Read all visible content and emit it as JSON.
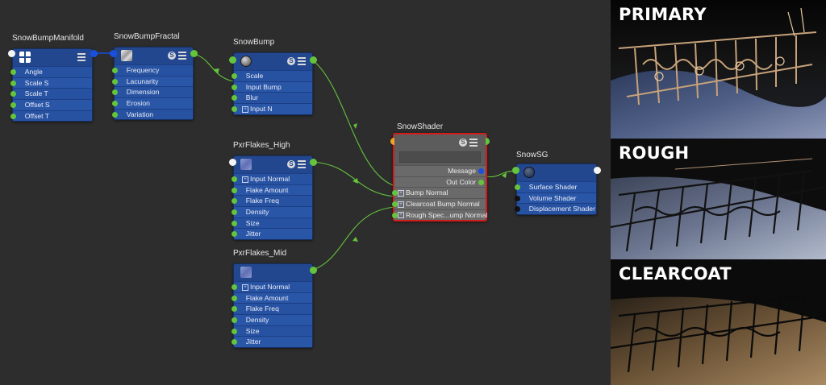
{
  "colors": {
    "background": "#2d2d2d",
    "node": "#23478f",
    "connection": "#64c43c",
    "selected_border": "#d11c1c",
    "selected_node": "#5c5c5c"
  },
  "nodes": {
    "manifold": {
      "title": "SnowBumpManifold",
      "icon": "grid-icon",
      "inputs": [
        "Angle",
        "Scale S",
        "Scale T",
        "Offset S",
        "Offset T"
      ]
    },
    "fractal": {
      "title": "SnowBumpFractal",
      "icon": "noise-icon",
      "inputs": [
        "Frequency",
        "Lacunarity",
        "Dimension",
        "Erosion",
        "Variation"
      ]
    },
    "bump": {
      "title": "SnowBump",
      "icon": "sphere-icon",
      "inputs": [
        "Scale",
        "Input Bump",
        "Blur",
        "Input N"
      ]
    },
    "flakes_high": {
      "title": "PxrFlakes_High",
      "icon": "flakes-icon",
      "inputs": [
        "Input Normal",
        "Flake Amount",
        "Flake Freq",
        "Density",
        "Size",
        "Jitter"
      ]
    },
    "flakes_mid": {
      "title": "PxrFlakes_Mid",
      "icon": "flakes-icon",
      "inputs": [
        "Input Normal",
        "Flake Amount",
        "Flake Freq",
        "Density",
        "Size",
        "Jitter"
      ]
    },
    "shader": {
      "title": "SnowShader",
      "outputs": [
        "Message",
        "Out Color"
      ],
      "inputs": [
        "Bump Normal",
        "Clearcoat Bump Normal",
        "Rough Spec...ump Normal"
      ]
    },
    "sg": {
      "title": "SnowSG",
      "icon": "shading-group-icon",
      "inputs": [
        "Surface Shader",
        "Volume Shader",
        "Displacement Shader"
      ]
    }
  },
  "badge_s": "S",
  "plus_sign": "+",
  "renders": [
    {
      "label": "PRIMARY"
    },
    {
      "label": "ROUGH"
    },
    {
      "label": "CLEARCOAT"
    }
  ]
}
